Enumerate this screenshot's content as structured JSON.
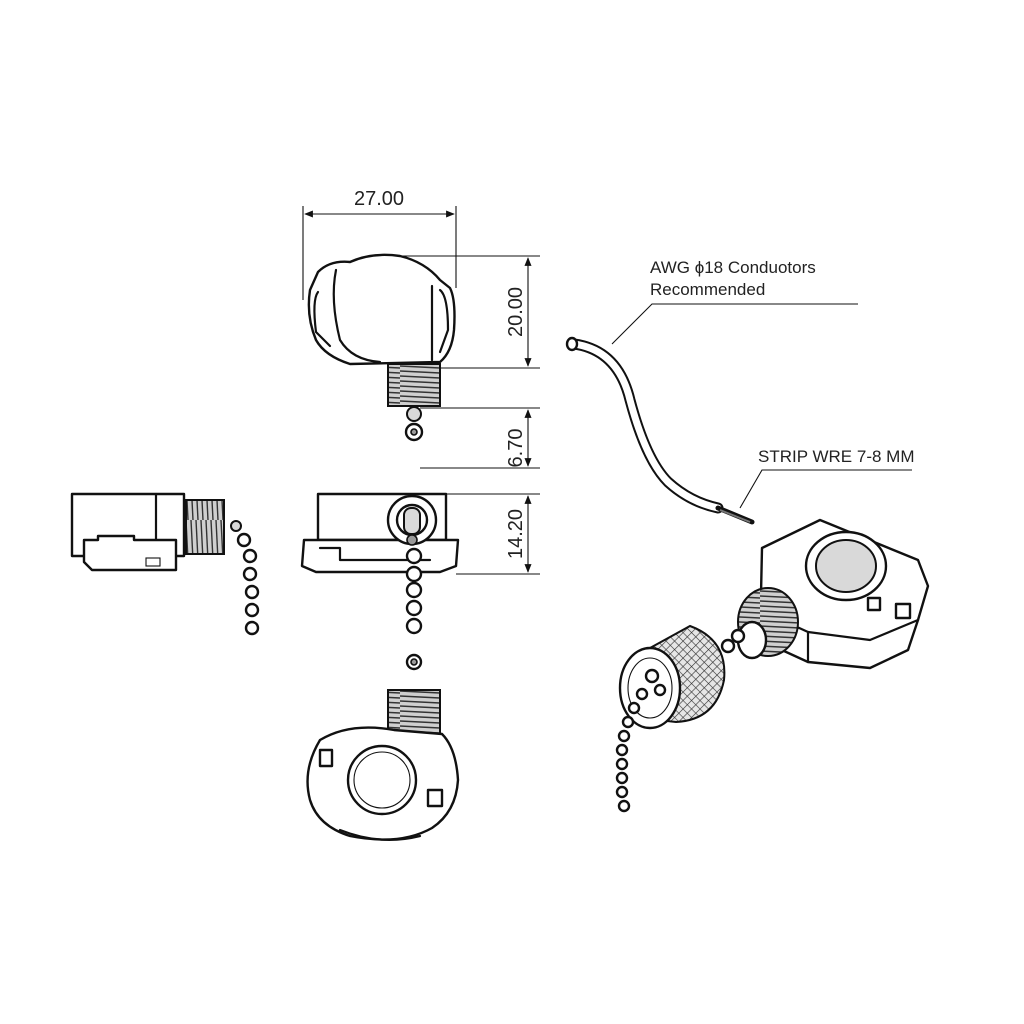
{
  "dimensions": {
    "width": "27.00",
    "height": "20.00",
    "chain_offset": "6.70",
    "depth": "14.20"
  },
  "notes": {
    "wire_line1": "AWG ϕ18 Conduotors",
    "wire_line2": "Recommended",
    "strip": "STRIP WRE 7-8 MM"
  }
}
